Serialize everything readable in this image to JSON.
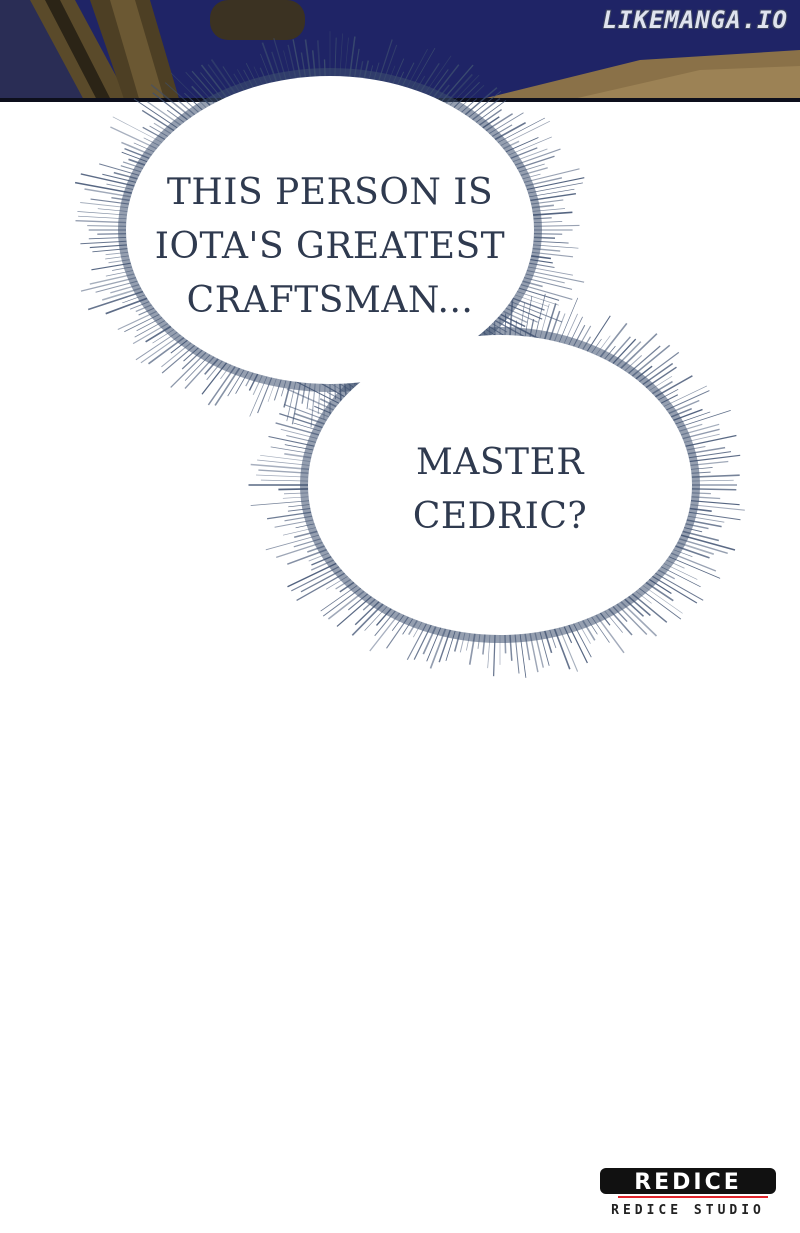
{
  "watermark": {
    "text": "LIKEMANGA.IO"
  },
  "dialogue": {
    "bubble_1": "THIS PERSON IS\nIOTA'S GREATEST\nCRAFTSMAN...",
    "bubble_2": "MASTER\nCEDRIC?"
  },
  "studio": {
    "logo_text": "REDICE",
    "label": "REDICE STUDIO"
  },
  "colors": {
    "bubble_glow": "#3e5070",
    "bubble_text": "#2f3a4f",
    "panel_blue": "#1f2466",
    "panel_sand": "#8a7148",
    "logo_accent": "#e0242b"
  }
}
